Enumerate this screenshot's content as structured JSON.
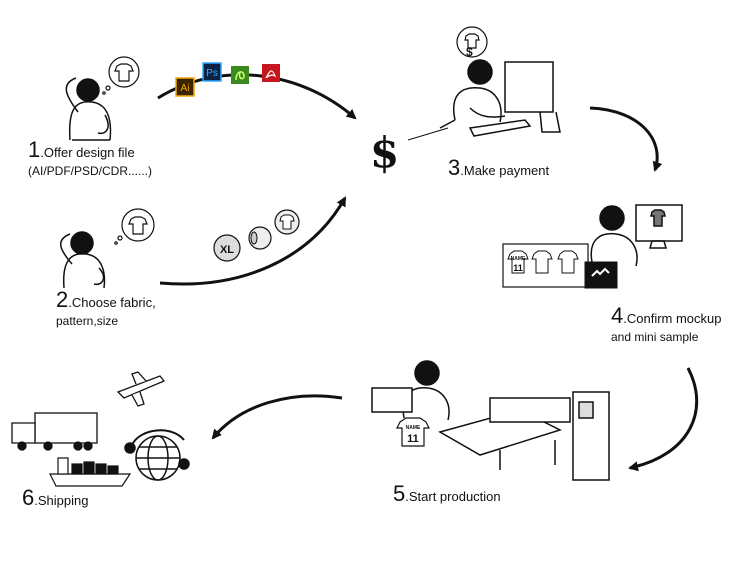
{
  "steps": [
    {
      "num": "1",
      "text": ".Offer design file",
      "sub": "(AI/PDF/PSD/CDR......)"
    },
    {
      "num": "2",
      "text": ".Choose fabric,",
      "sub": "pattern,size"
    },
    {
      "num": "3",
      "text": ".Make payment",
      "sub": ""
    },
    {
      "num": "4",
      "text": ".Confirm mockup",
      "sub": "and mini sample"
    },
    {
      "num": "5",
      "text": ".Start production",
      "sub": ""
    },
    {
      "num": "6",
      "text": ".Shipping",
      "sub": ""
    }
  ],
  "icons": {
    "file_formats": [
      "Ai",
      "Ps",
      "",
      ""
    ],
    "size_badge": "XL",
    "currency": "$",
    "mockup_name": "NAME",
    "mockup_number": "11"
  }
}
